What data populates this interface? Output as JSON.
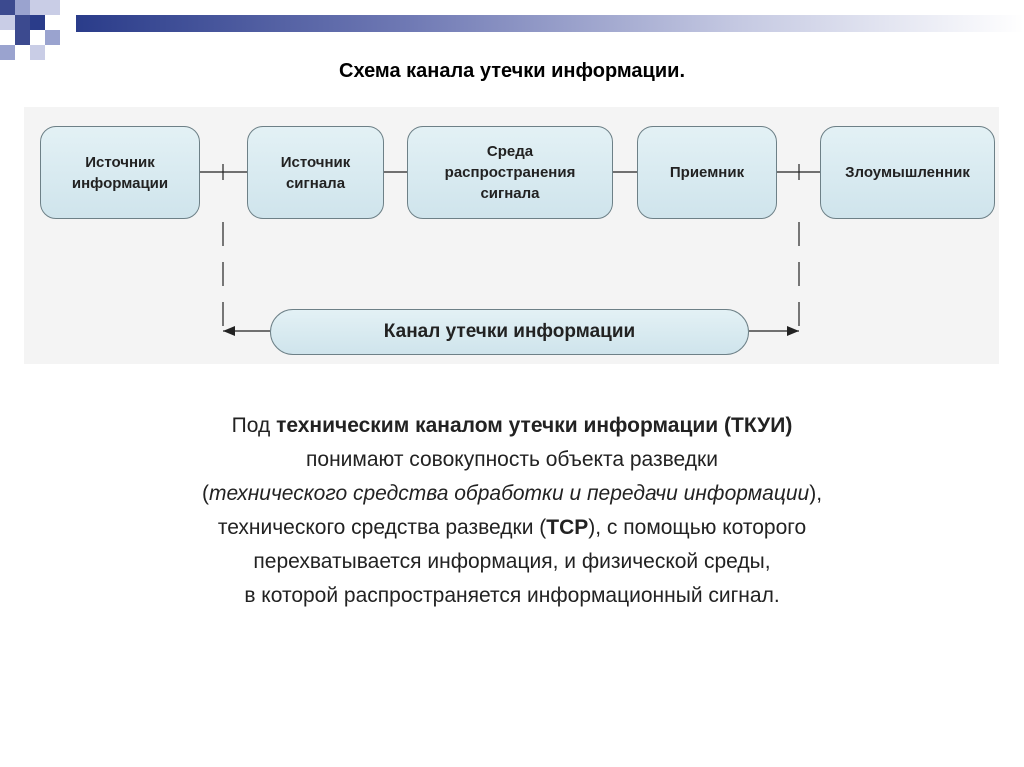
{
  "colors": {
    "header_gradient": [
      "#2a3c8a",
      "#c5c9e2"
    ],
    "node_fill": "#d8eaf0",
    "node_border": "#6d8087",
    "panel_bg": "#f4f4f4"
  },
  "title": "Схема канала утечки информации.",
  "diagram": {
    "nodes": [
      {
        "id": "source-info",
        "label": "Источник\nинформации"
      },
      {
        "id": "source-signal",
        "label": "Источник\nсигнала"
      },
      {
        "id": "medium",
        "label": "Среда\nраспространения\nсигнала"
      },
      {
        "id": "receiver",
        "label": "Приемник"
      },
      {
        "id": "attacker",
        "label": "Злоумышленник"
      }
    ],
    "channel_label": "Канал утечки информации"
  },
  "definition": {
    "l1_a": "Под ",
    "l1_b": "техническим каналом утечки информации (ТКУИ)",
    "l2": "понимают совокупность объекта разведки",
    "l3_a": "(",
    "l3_b": "технического средства обработки и передачи информации",
    "l3_c": "),",
    "l4_a": "технического средства разведки (",
    "l4_b": "ТСР",
    "l4_c": "), с помощью которого",
    "l5": "перехватывается информация, и физической среды,",
    "l6": "в которой распространяется информационный сигнал."
  }
}
